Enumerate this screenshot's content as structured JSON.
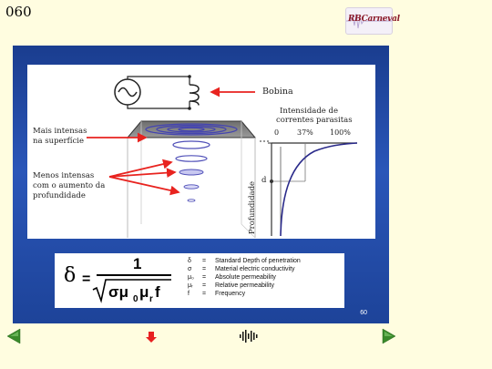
{
  "page": {
    "number": "060",
    "slide_number": "60"
  },
  "logo": {
    "text": "RBCarneval"
  },
  "diagram": {
    "coil_label": "Bobina",
    "surface_label_line1": "Mais intensas",
    "surface_label_line2": "na superfície",
    "depth_label_line1": "Menos intensas",
    "depth_label_line2": "com o aumento  da",
    "depth_label_line3": "profundidade",
    "chart_title_line1": "Intensidade  de",
    "chart_title_line2": "correntes parasitas",
    "tick_0": "0",
    "tick_37": "37%",
    "tick_100": "100%",
    "d_marker": "d",
    "y_label": "Profundidade"
  },
  "formula": {
    "lhs": "δ",
    "numerator": "1",
    "legend": [
      {
        "symbol": "δ",
        "eq": "=",
        "desc": "Standard Depth of penetration"
      },
      {
        "symbol": "σ",
        "eq": "=",
        "desc": "Material electric conductivity"
      },
      {
        "symbol": "μ₀",
        "eq": "=",
        "desc": "Absolute permeability"
      },
      {
        "symbol": "μᵣ",
        "eq": "=",
        "desc": "Relative permeability"
      },
      {
        "symbol": "f",
        "eq": "=",
        "desc": "Frequency"
      }
    ]
  },
  "colors": {
    "arrow": "#e8231f",
    "slide_bg": "#1e48a3",
    "curve": "#2a2a8a",
    "nav_green": "#3a8a2a"
  },
  "icons": {
    "prev": "triangle-left-icon",
    "next": "triangle-right-icon",
    "down": "arrow-down-icon",
    "audio": "sound-wave-icon"
  }
}
